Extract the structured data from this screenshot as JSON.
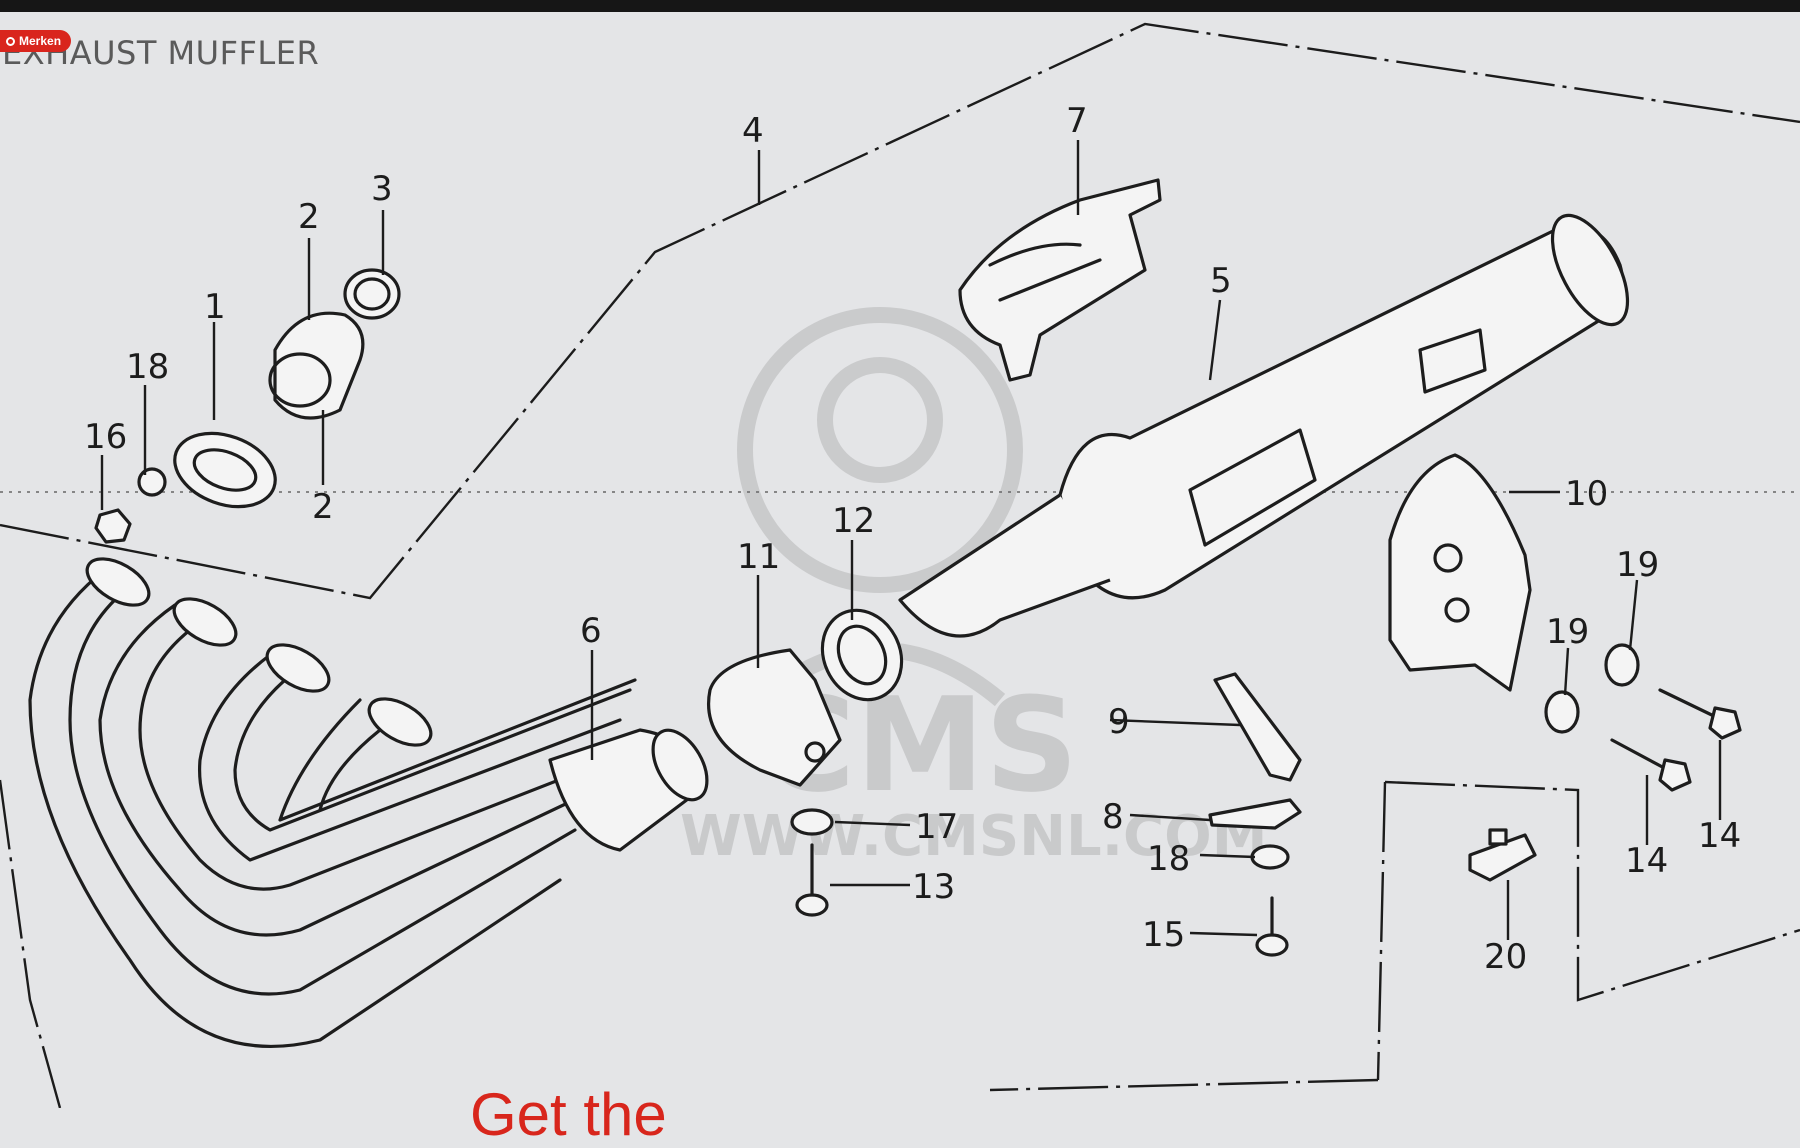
{
  "header": {
    "title": "EXHAUST MUFFLER",
    "badge_label": "Merken"
  },
  "colors": {
    "badge": "#d9251d",
    "line": "#1c1c1c",
    "background": "#e4e5e7",
    "watermark": "#9a9a9a",
    "footer_text": "#d8261c"
  },
  "watermark": {
    "brand": "CMS",
    "url": "WWW.CMSNL.COM"
  },
  "callouts": {
    "p1": "1",
    "p2a": "2",
    "p2b": "2",
    "p3": "3",
    "p4": "4",
    "p5": "5",
    "p6": "6",
    "p7": "7",
    "p8": "8",
    "p9": "9",
    "p10": "10",
    "p11": "11",
    "p12": "12",
    "p13": "13",
    "p14a": "14",
    "p14b": "14",
    "p15": "15",
    "p16": "16",
    "p17": "17",
    "p18a": "18",
    "p18b": "18",
    "p19a": "19",
    "p19b": "19",
    "p20": "20"
  },
  "footer": {
    "text": "Get the"
  }
}
